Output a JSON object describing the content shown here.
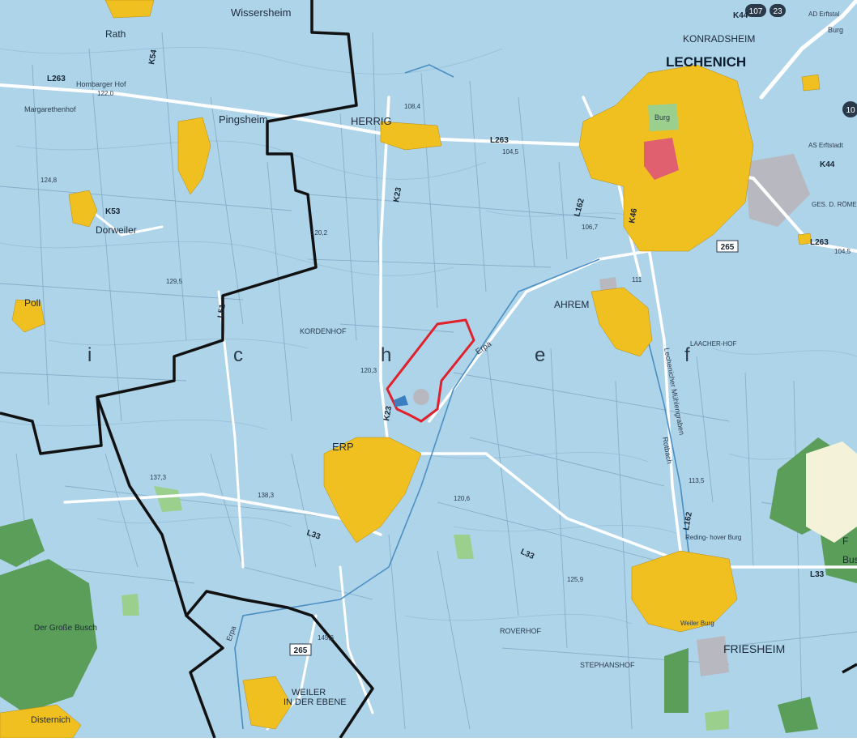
{
  "map": {
    "colors": {
      "background": "#aed4ea",
      "settlement": "#f0c020",
      "settlement_core": "#e06070",
      "forest": "#5a9e5a",
      "forest_light": "#9bcf8e",
      "open_area": "#f4f2d8",
      "boundary": "#111111",
      "marked_area": "#e0202a",
      "road": "#ffffff",
      "industrial": "#b8b8c0"
    },
    "places": {
      "wissersheim": "Wissersheim",
      "rath": "Rath",
      "konradsheim": "KONRADSHEIM",
      "lechenich": "LECHENICH",
      "hombarger_hof": "Hombarger Hof",
      "margarethenhof": "Margarethenhof",
      "pingsheim": "Pingsheim",
      "herrig": "HERRIG",
      "burg_lechenich": "Burg",
      "burg_ne": "Burg",
      "erftstadt": "AS Erftstadt",
      "ad_erftstal": "AD Erftstal",
      "dorweiler": "Dorweiler",
      "poll": "Poll",
      "ges_roemer": "GES. D. RÖMER",
      "ahrem": "AHREM",
      "kordenhof": "KORDENHOF",
      "laacher_hof": "LAACHER-HOF",
      "erp": "ERP",
      "erpa": "Erpa",
      "erpa2": "Erpa",
      "lechenicher_muehlengraben": "Lechenicher Mühlengraben",
      "rotbach": "Rotbach",
      "der_grosse_busch": "Der Große Busch",
      "weiler": "WEILER",
      "in_der_ebene": "IN DER EBENE",
      "oberhof": "ROVERHOF",
      "stephanshof": "STEPHANSHOF",
      "friesheim": "FRIESHEIM",
      "weiler_burg": "Weiler Burg",
      "redinghoven": "Reding- hover Burg",
      "disternich": "Disternich",
      "busch_right": "Bus",
      "f_right": "F"
    },
    "big_letters": [
      "i",
      "c",
      "h",
      "e",
      "f"
    ],
    "roads": {
      "l263_w": "L263",
      "l263_e": "L263",
      "l263_se": "L263",
      "k53": "K53",
      "k54": "K54",
      "k23_n": "K23",
      "k23_s": "K23",
      "l162_n": "L162",
      "l162_s": "L162",
      "k46": "K46",
      "k44": "K44",
      "k44b": "K44",
      "l51": "L51",
      "l33_w": "L33",
      "l33_c": "L33",
      "l33_e": "L33",
      "b265_n": "265",
      "b265_s": "265",
      "a1_107": "107",
      "a1_23": "23",
      "a1_10": "10"
    },
    "elevations": {
      "e1": "122,0",
      "e2": "124,8",
      "e3": "108,4",
      "e4": "104,5",
      "e5": "120,2",
      "e6": "129,5",
      "e7": "106,7",
      "e8": "104,5",
      "e9": "120,3",
      "e10": "137,3",
      "e11": "138,3",
      "e12": "120,6",
      "e13": "125,9",
      "e14": "145,6",
      "e15": "113,5",
      "e16": "111"
    }
  }
}
